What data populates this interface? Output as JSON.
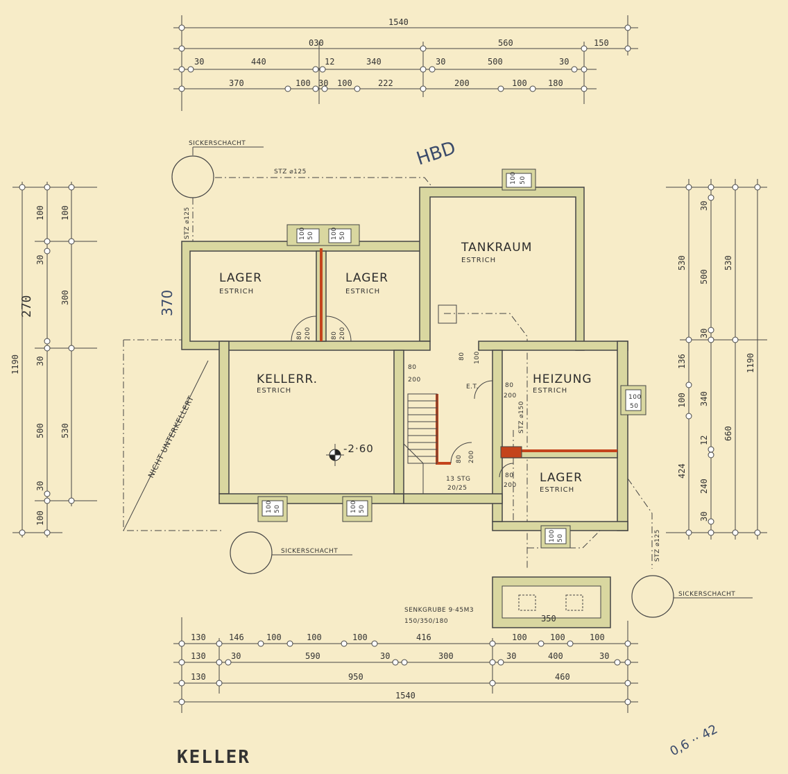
{
  "dimensions_top": {
    "row1": [
      "1540"
    ],
    "row2": [
      "030",
      "560",
      "150"
    ],
    "row3": [
      "30",
      "440",
      "12",
      "340",
      "30",
      "500",
      "30"
    ],
    "row4": [
      "370",
      "100",
      "30",
      "100",
      "222",
      "200",
      "100",
      "180"
    ]
  },
  "dimensions_bottom": {
    "row1": [
      "130",
      "146",
      "100",
      "100",
      "100",
      "416",
      "100",
      "100",
      "100"
    ],
    "row2": [
      "130",
      "30",
      "590",
      "30",
      "300",
      "30",
      "400",
      "30"
    ],
    "row3": [
      "130",
      "950",
      "460"
    ],
    "row4": [
      "1540"
    ]
  },
  "dimensions_left": {
    "col1": [
      "100",
      "30",
      "270",
      "30",
      "1190",
      "30",
      "100"
    ],
    "col2": [
      "100",
      "300",
      "30",
      "500",
      "530"
    ],
    "handwritten_370": "370"
  },
  "dimensions_right": {
    "col1": [
      "530",
      "136",
      "100",
      "424",
      "12",
      "240",
      "30"
    ],
    "col2": [
      "30",
      "500",
      "30",
      "340",
      "660",
      "30"
    ],
    "col3": [
      "530",
      "1190"
    ]
  },
  "rooms": {
    "lager1": {
      "name": "LAGER",
      "floor": "ESTRICH"
    },
    "lager2": {
      "name": "LAGER",
      "floor": "ESTRICH"
    },
    "tankraum": {
      "name": "TANKRAUM",
      "floor": "ESTRICH"
    },
    "kellerr": {
      "name": "KELLERR.",
      "floor": "ESTRICH"
    },
    "heizung": {
      "name": "HEIZUNG",
      "floor": "ESTRICH"
    },
    "lager3": {
      "name": "LAGER",
      "floor": "ESTRICH"
    }
  },
  "labels": {
    "sickerschacht_1": "SICKERSCHACHT",
    "sickerschacht_2": "SICKERSCHACHT",
    "sickerschacht_3": "SICKERSCHACHT",
    "stz_top": "STZ ⌀125",
    "stz_left": "STZ ⌀125",
    "stz_right": "STZ ⌀125",
    "stz_mid": "STZ ⌀150",
    "nicht_unterkellert": "NICHT UNTERKELLERT",
    "level": "-2·60",
    "stairs": "13 STG",
    "stairs_ratio": "20/25",
    "et": "E.T.",
    "senkgrube": "SENKGRUBE 9·45M3",
    "senkgrube_dims": "150/350/180",
    "senkgrube_350": "350",
    "handwritten_hbd": "HBD",
    "handwritten_corner": "0,6 ·· 42",
    "plan_title": "KELLER"
  },
  "openings": {
    "door_80": "80",
    "door_200": "200",
    "door_100": "100",
    "window_100": "100",
    "window_50": "50"
  }
}
